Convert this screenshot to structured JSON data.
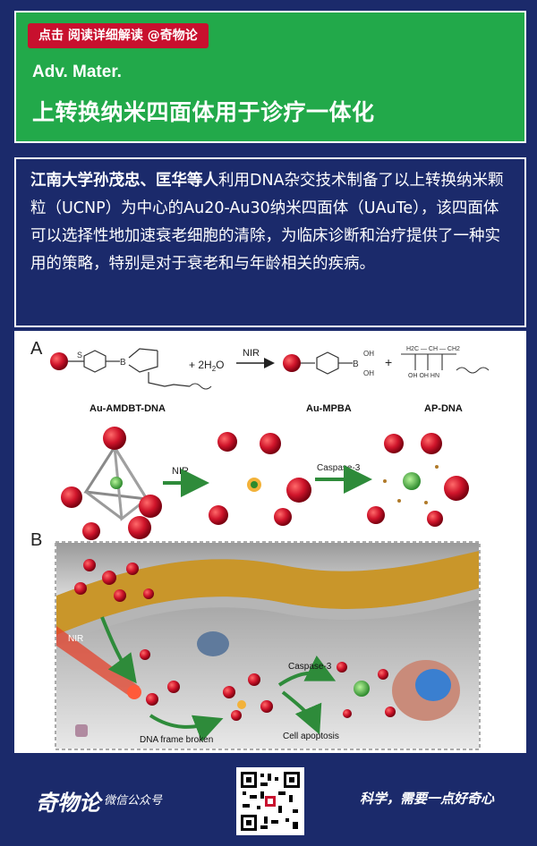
{
  "header": {
    "tag": "点击 阅读详细解读 @奇物论",
    "journal": "Adv. Mater.",
    "title": "上转换纳米四面体用于诊疗一体化"
  },
  "abstract": {
    "highlight": "江南大学孙茂忠、匡华等人",
    "body": "利用DNA杂交技术制备了以上转换纳米颗粒（UCNP）为中心的Au20-Au30纳米四面体（UAuTe），该四面体可以选择性地加速衰老细胞的清除，为临床诊断和治疗提供了一种实用的策略，特别是对于衰老和与年龄相关的疾病。"
  },
  "figure": {
    "panel_a": "A",
    "panel_b": "B",
    "plus1": "+ 2H",
    "sub2": "2",
    "o": "O",
    "nir_top": "NIR",
    "plus2": "+",
    "label_au_amdbt": "Au-AMDBT-DNA",
    "label_au_mpba": "Au-MPBA",
    "label_ap_dna": "AP-DNA",
    "nir_mid": "NIR",
    "caspase_mid": "Caspase-3",
    "nir_b": "NIR",
    "caspase_b": "Caspase-3",
    "dna_frame": "DNA frame broken",
    "apoptosis": "Cell apoptosis"
  },
  "footer": {
    "brand": "奇物论",
    "sub": "微信公众号",
    "slogan": "科学，需要一点好奇心"
  },
  "colors": {
    "background": "#1b2a6b",
    "header_green": "#22a94a",
    "tag_red": "#c8102e",
    "particle_red": "#d0152b"
  }
}
